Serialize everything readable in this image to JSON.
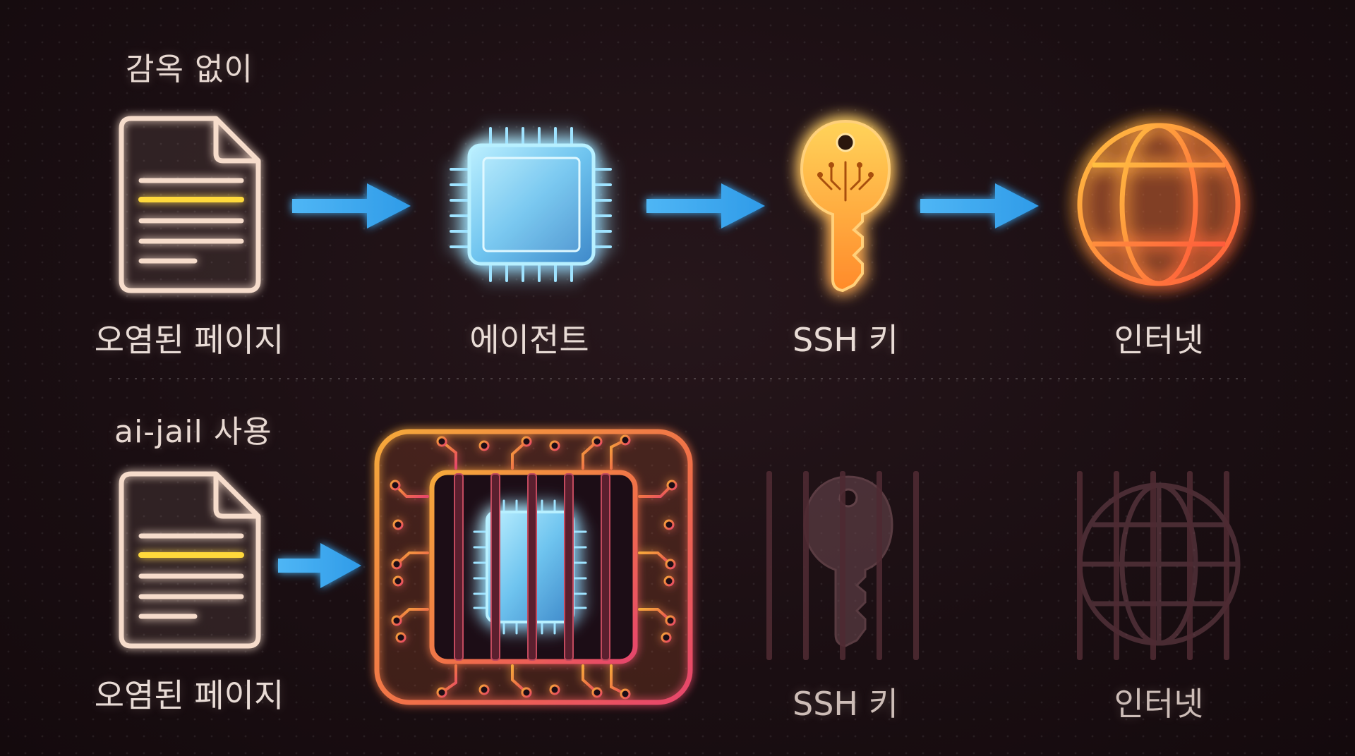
{
  "rows": [
    {
      "title": "감옥 없이",
      "labels": {
        "page": "오염된 페이지",
        "agent": "에이전트",
        "key": "SSH 키",
        "internet": "인터넷"
      }
    },
    {
      "title": "ai-jail 사용",
      "labels": {
        "page": "오염된 페이지",
        "key": "SSH 키",
        "internet": "인터넷"
      }
    }
  ],
  "colors": {
    "background": "#1a0f12",
    "arrow": "#3ba7f0",
    "document": "#f5d7c4",
    "document_highlight": "#ffd93b",
    "chip": "#7fd3f5",
    "key": "#ffb545",
    "globe": "#ff9a3c",
    "jail_gradient_start": "#f0a33a",
    "jail_gradient_end": "#e8476a",
    "blocked": "#6e4650"
  },
  "icons": {
    "document": "document-icon",
    "agent": "chip-icon",
    "key": "key-icon",
    "internet": "globe-icon",
    "jail": "jail-icon",
    "bars": "prison-bars-icon"
  }
}
